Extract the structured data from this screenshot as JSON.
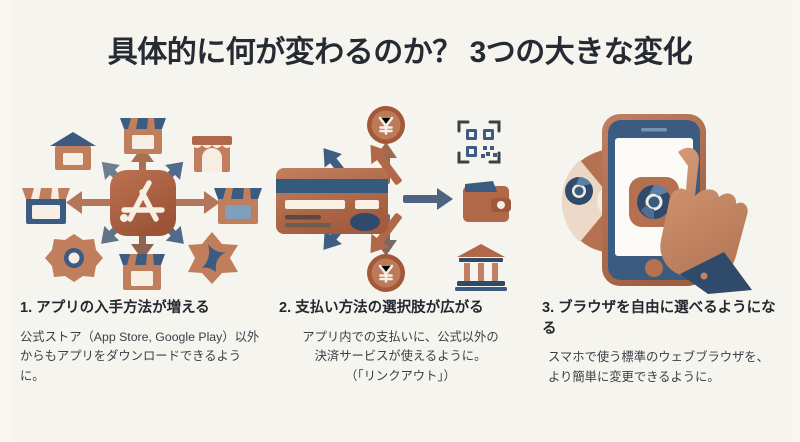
{
  "slide": {
    "background_color": "#f5f4ee",
    "title": "具体的に何が変わるのか？ 3つの大きな変化",
    "title_color": "#262b33"
  },
  "palette": {
    "terracotta": "#b06848",
    "terracotta_dark": "#9a5338",
    "terracotta_light": "#c98463",
    "navy": "#3b5b80",
    "navy_dark": "#2f4a6b",
    "cream": "#f6eee2",
    "skin": "#c98d6b",
    "heading_text": "#23272e",
    "body_text": "#3b4047"
  },
  "columns": [
    {
      "number": "1.",
      "heading": "1. アプリの入手方法が増える",
      "body": "公式ストア（App Store, Google Play）以外からもアプリをダウンロードできるように。",
      "illustration": {
        "name": "app-store-distribution-illustration",
        "center_icon": "app-store-icon",
        "surrounding_icons": [
          "storefront-icon",
          "storefront-icon",
          "storefront-icon",
          "storefront-icon",
          "storefront-icon",
          "storefront-icon",
          "badge-star-icon",
          "burst-star-icon"
        ],
        "arrow_count": 8
      }
    },
    {
      "number": "2.",
      "heading": "2. 支払い方法の選択肢が広がる",
      "body_lines": [
        "アプリ内での支払いに、公式以外の",
        "決済サービスが使えるように。",
        "（「リンクアウト」）"
      ],
      "illustration": {
        "name": "payment-options-illustration",
        "center_icon": "credit-card-icon",
        "surrounding_icons": [
          "yen-coin-icon",
          "yen-coin-icon",
          "qr-code-icon",
          "wallet-icon",
          "bank-icon"
        ],
        "arrow_count": 6
      }
    },
    {
      "number": "3.",
      "heading": "3. ブラウザを自由に選べるようになる",
      "body": "スマホで使う標準のウェブブラウザを、より簡単に変更できるように。",
      "illustration": {
        "name": "browser-choice-illustration",
        "center_icon": "smartphone-icon",
        "surrounding_icons": [
          "browser-edge-icon",
          "browser-chrome-icon",
          "browser-firefox-icon",
          "browser-chrome-icon",
          "hand-tap-icon"
        ]
      }
    }
  ]
}
